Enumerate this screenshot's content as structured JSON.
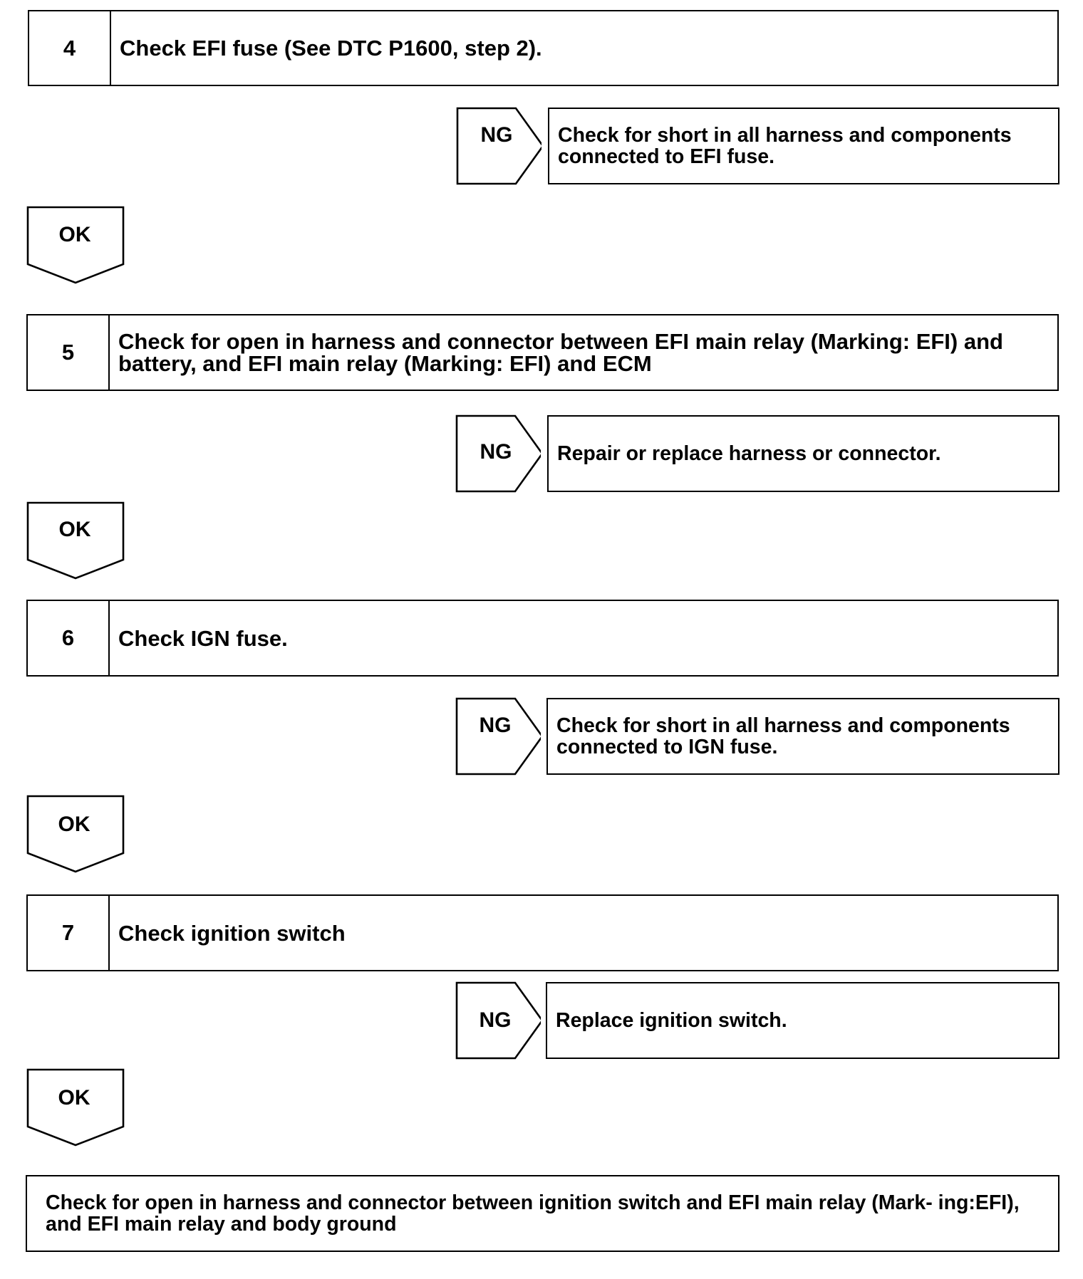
{
  "steps": [
    {
      "number": "4",
      "text": "Check EFI fuse (See DTC P1600, step 2).",
      "ng": {
        "label": "NG",
        "action": "Check for short in all harness and components connected to EFI fuse."
      },
      "ok": "OK"
    },
    {
      "number": "5",
      "text": "Check for open in harness and connector between EFI main relay (Marking: EFI) and battery, and EFI main relay (Marking: EFI) and ECM",
      "ng": {
        "label": "NG",
        "action": "Repair or replace harness or connector."
      },
      "ok": "OK"
    },
    {
      "number": "6",
      "text": "Check IGN fuse.",
      "ng": {
        "label": "NG",
        "action": "Check for short in all harness and components connected to IGN fuse."
      },
      "ok": "OK"
    },
    {
      "number": "7",
      "text": "Check ignition switch",
      "ng": {
        "label": "NG",
        "action": "Replace ignition switch."
      },
      "ok": "OK"
    }
  ],
  "final": {
    "text": "Check for open in harness and connector between ignition switch and EFI main relay (Mark- ing:EFI), and EFI main relay and body ground"
  }
}
